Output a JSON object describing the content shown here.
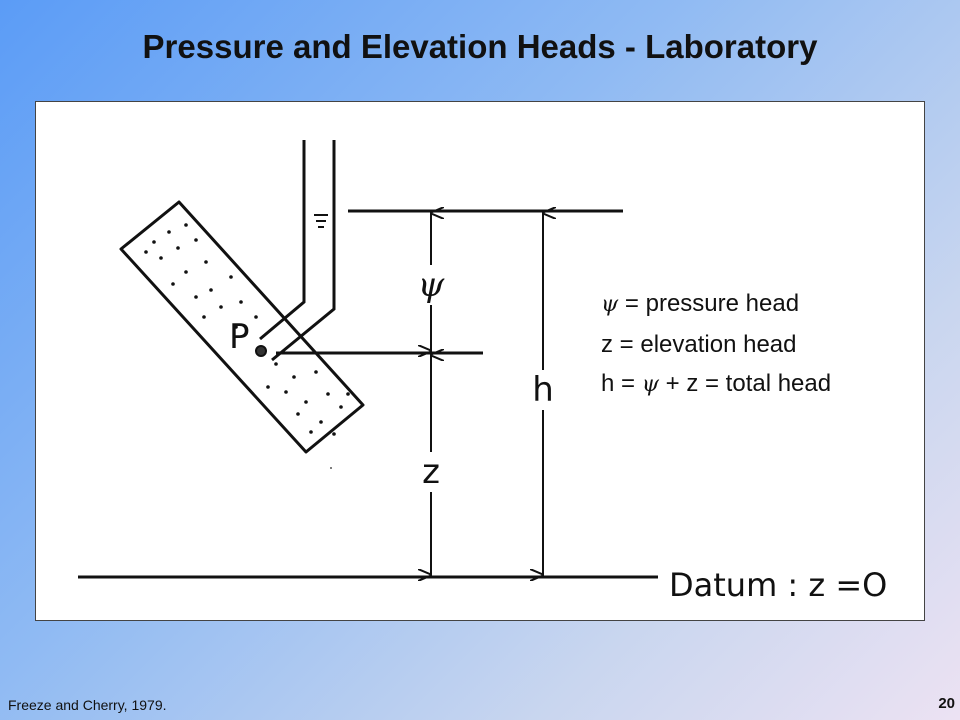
{
  "slide": {
    "title": "Pressure and Elevation Heads - Laboratory",
    "citation": "Freeze and Cherry, 1979.",
    "page_number": "20"
  },
  "diagram": {
    "point_label": "P",
    "psi_symbol": "ψ",
    "z_label": "z",
    "h_label": "h",
    "datum_label": "Datum : z =O"
  },
  "legend": {
    "line1_symbol": "ψ",
    "line1_text": " = pressure head",
    "line2_text": "z = elevation head",
    "line3_prefix": "h = ",
    "line3_symbol": "ψ",
    "line3_suffix": " + z = total head"
  }
}
